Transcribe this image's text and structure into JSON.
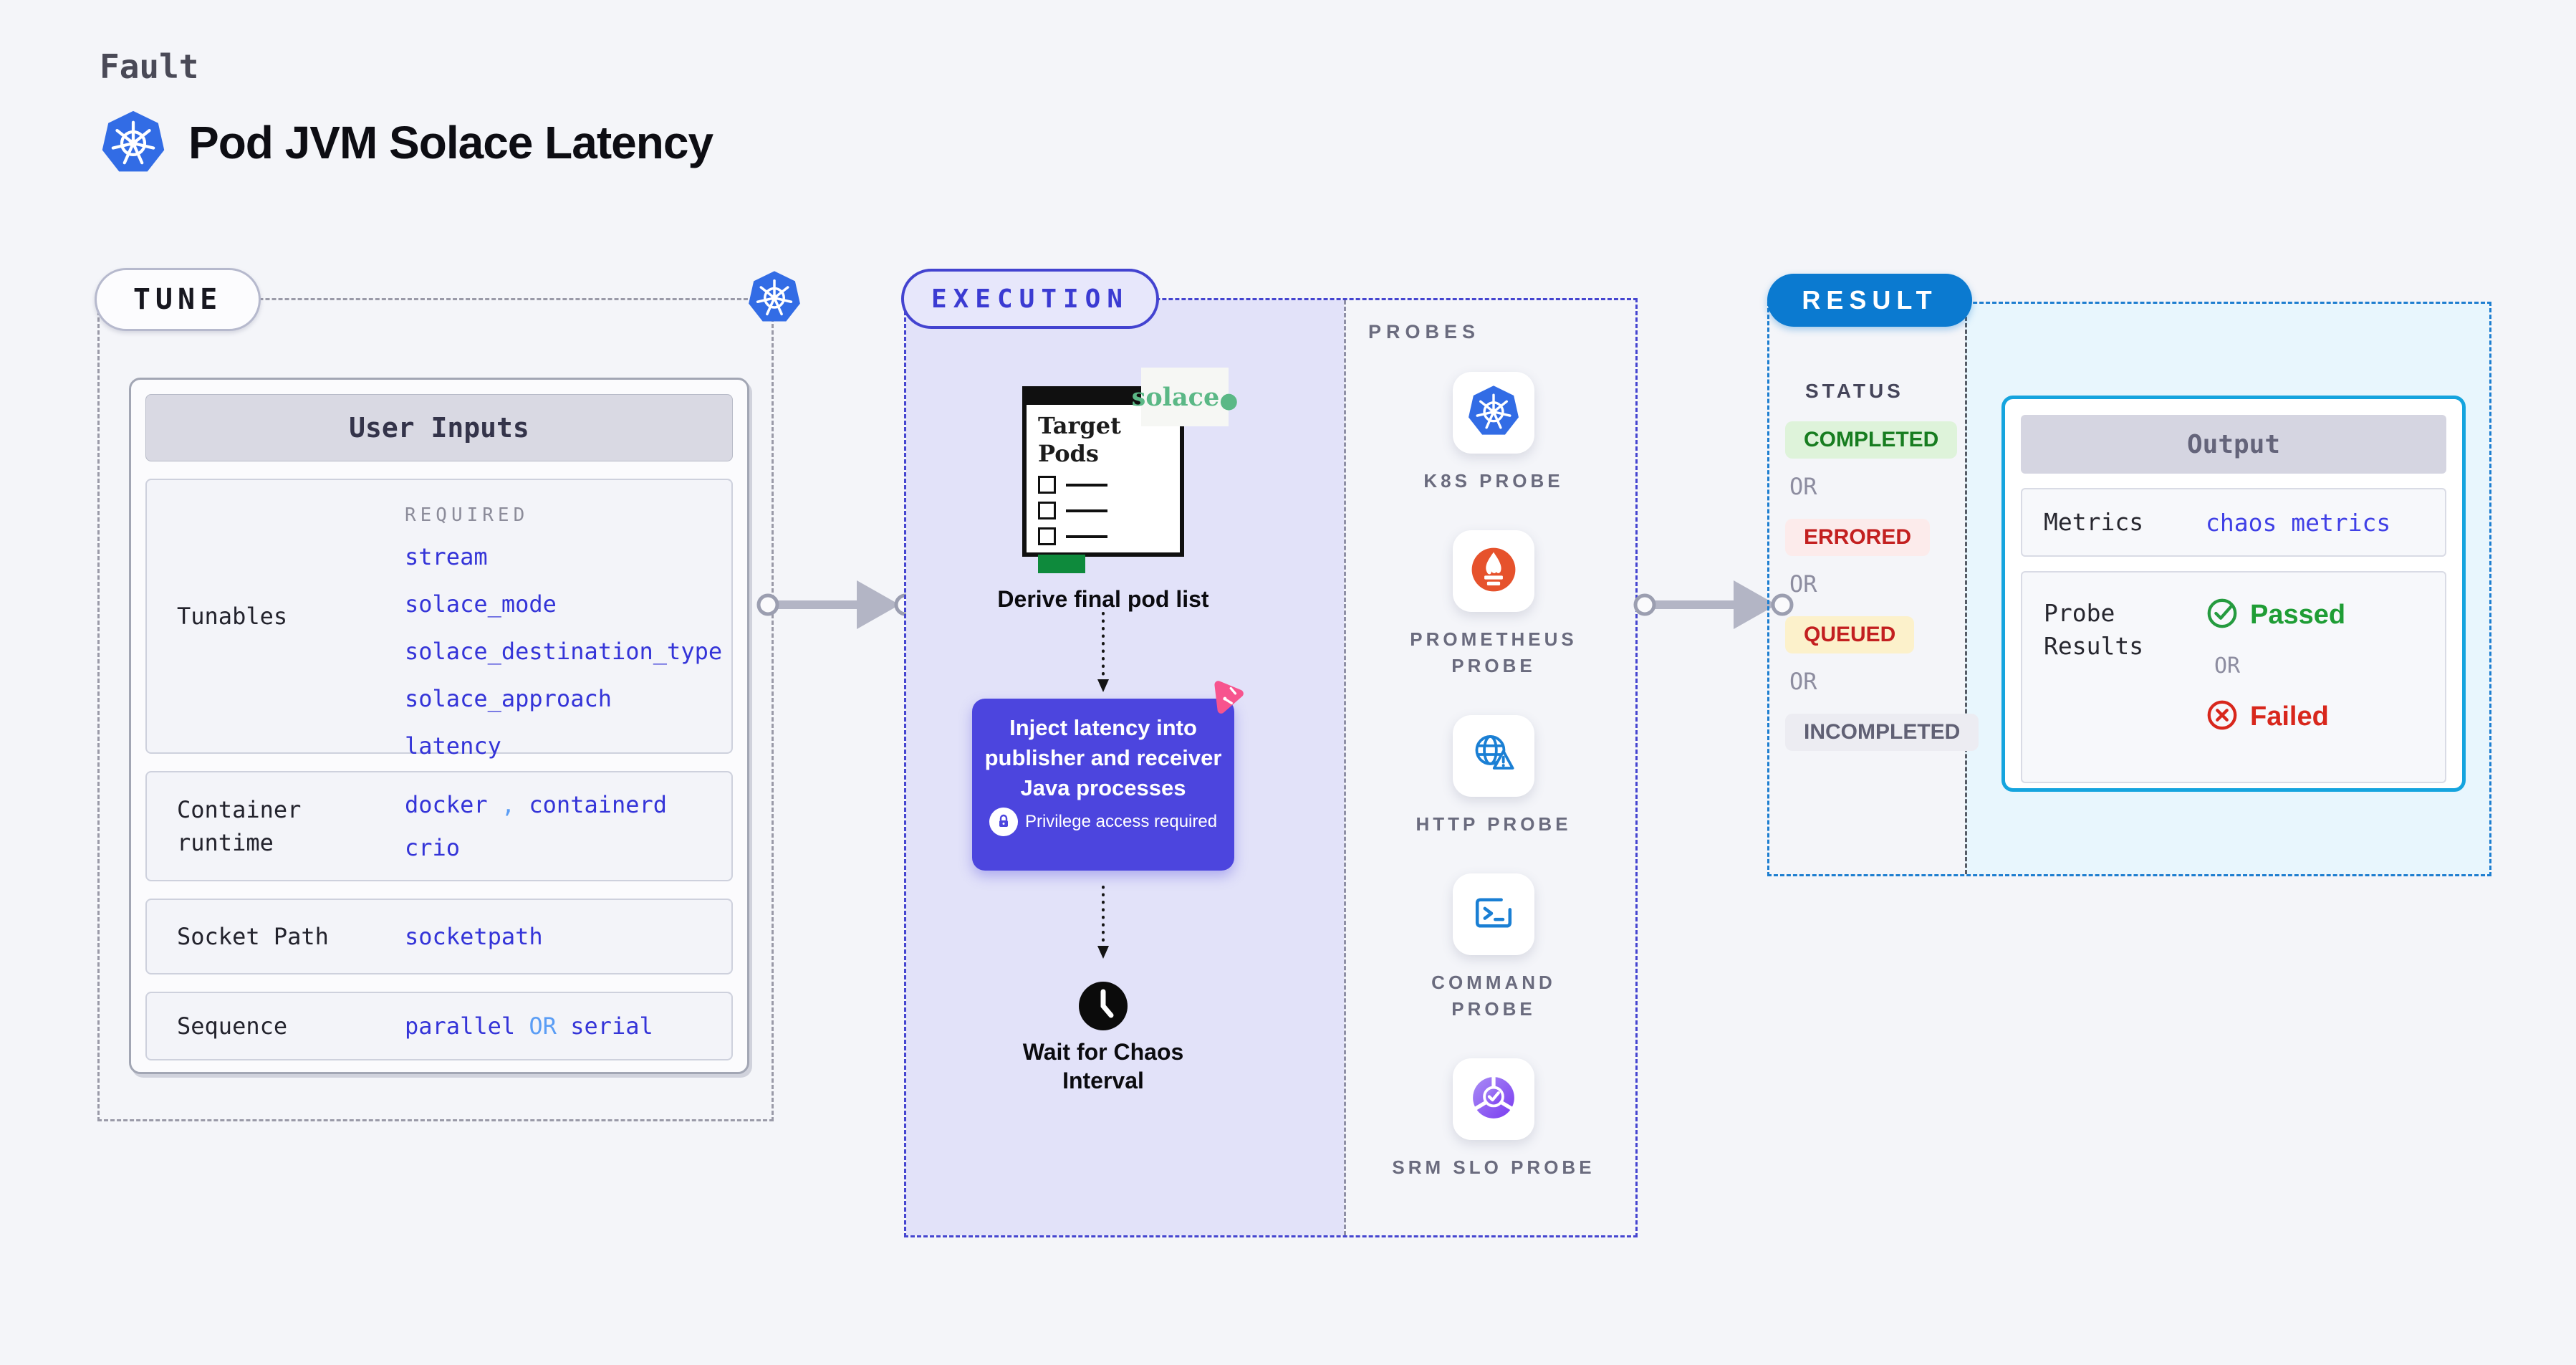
{
  "header": {
    "kicker": "Fault",
    "title": "Pod JVM Solace Latency"
  },
  "tune": {
    "badge": "TUNE",
    "user_inputs": {
      "header": "User Inputs",
      "required_label": "REQUIRED",
      "rows": {
        "tunables": {
          "label": "Tunables",
          "values": [
            "stream",
            "solace_mode",
            "solace_destination_type",
            "solace_approach",
            "latency"
          ]
        },
        "container_runtime": {
          "label": "Container runtime",
          "values": [
            "docker",
            ",",
            "containerd",
            "crio"
          ]
        },
        "socket_path": {
          "label": "Socket Path",
          "value": "socketpath"
        },
        "sequence": {
          "label": "Sequence",
          "values": [
            "parallel",
            "OR",
            "serial"
          ]
        }
      }
    }
  },
  "execution": {
    "badge": "EXECUTION",
    "target_pods_title": "Target Pods",
    "solace_text": "solace",
    "solace_dot": "●",
    "derive_label": "Derive final pod list",
    "inject_text": "Inject latency into publisher and receiver Java processes",
    "privilege_note": "Privilege access required",
    "wait_label": "Wait for Chaos Interval",
    "probes_title": "PROBES",
    "probes": [
      {
        "label": "K8S PROBE",
        "icon": "kubernetes-icon"
      },
      {
        "label": "PROMETHEUS PROBE",
        "icon": "prometheus-icon"
      },
      {
        "label": "HTTP PROBE",
        "icon": "http-globe-icon"
      },
      {
        "label": "COMMAND PROBE",
        "icon": "terminal-icon"
      },
      {
        "label": "SRM SLO PROBE",
        "icon": "srm-slo-icon"
      }
    ]
  },
  "result": {
    "badge": "RESULT",
    "status_label": "STATUS",
    "or_label": "OR",
    "statuses": [
      {
        "label": "COMPLETED",
        "text_color": "#177d20",
        "bg_color": "#def3da"
      },
      {
        "label": "ERRORED",
        "text_color": "#c32020",
        "bg_color": "#fcebeb"
      },
      {
        "label": "QUEUED",
        "text_color": "#c32020",
        "bg_color": "#fcf1cb"
      },
      {
        "label": "INCOMPLETED",
        "text_color": "#606074",
        "bg_color": "#ececf2"
      }
    ],
    "output": {
      "header": "Output",
      "metrics_label": "Metrics",
      "metrics_value": "chaos metrics",
      "probe_results_label": "Probe Results",
      "passed_label": "Passed",
      "or_label": "OR",
      "failed_label": "Failed"
    }
  },
  "colors": {
    "accent_indigo": "#4c45de",
    "execution_border": "#4545d0",
    "result_blue": "#0b7ad0",
    "output_border": "#15a4de",
    "value_blue": "#3434d8",
    "light_blue": "#5a9df5",
    "passed_green": "#1f9d35",
    "failed_red": "#d8271c",
    "solace_green": "#5bb886",
    "chaos_pink": "#f7548e",
    "kubernetes_blue": "#326ce5",
    "prometheus_orange": "#e6522c"
  }
}
